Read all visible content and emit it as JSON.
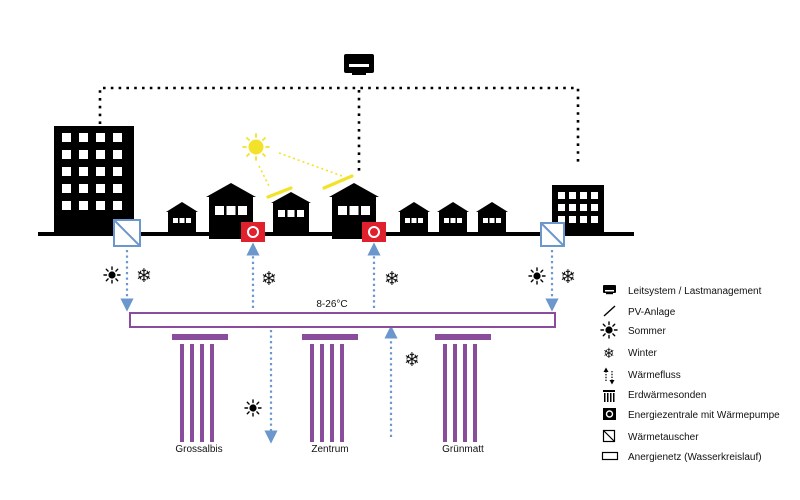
{
  "colors": {
    "ink": "#000000",
    "accent_purple": "#8a4d9b",
    "flow_blue": "#6b97cc",
    "sun_yellow": "#f2e32a",
    "energy_red": "#e0202c"
  },
  "network": {
    "temperature_label": "8-26°C"
  },
  "probe_fields": [
    {
      "label": "Grossalbis"
    },
    {
      "label": "Zentrum"
    },
    {
      "label": "Grünmatt"
    }
  ],
  "icons": {
    "sun": "sun-icon",
    "snowflake": "snowflake-icon",
    "control": "monitor-icon",
    "pv": "pv-panel-icon",
    "energy_center": "energy-center-icon",
    "heat_exchanger": "heat-exchanger-icon",
    "probe": "geothermal-probe-icon",
    "network": "anergy-network-icon"
  },
  "legend": {
    "items": [
      {
        "icon": "monitor-icon",
        "label": "Leitsystem / Lastmanagement"
      },
      {
        "icon": "pv-panel-icon",
        "label": "PV-Anlage"
      },
      {
        "icon": "sun-icon",
        "label": "Sommer"
      },
      {
        "icon": "snowflake-icon",
        "label": "Winter"
      },
      {
        "icon": "heat-flow-icon",
        "label": "Wärmefluss"
      },
      {
        "icon": "geothermal-probe-icon",
        "label": "Erdwärmesonden"
      },
      {
        "icon": "energy-center-icon",
        "label": "Energiezentrale mit Wärmepumpe"
      },
      {
        "icon": "heat-exchanger-icon",
        "label": "Wärmetauscher"
      },
      {
        "icon": "anergy-network-icon",
        "label": "Anergienetz (Wasserkreislauf)"
      }
    ]
  }
}
